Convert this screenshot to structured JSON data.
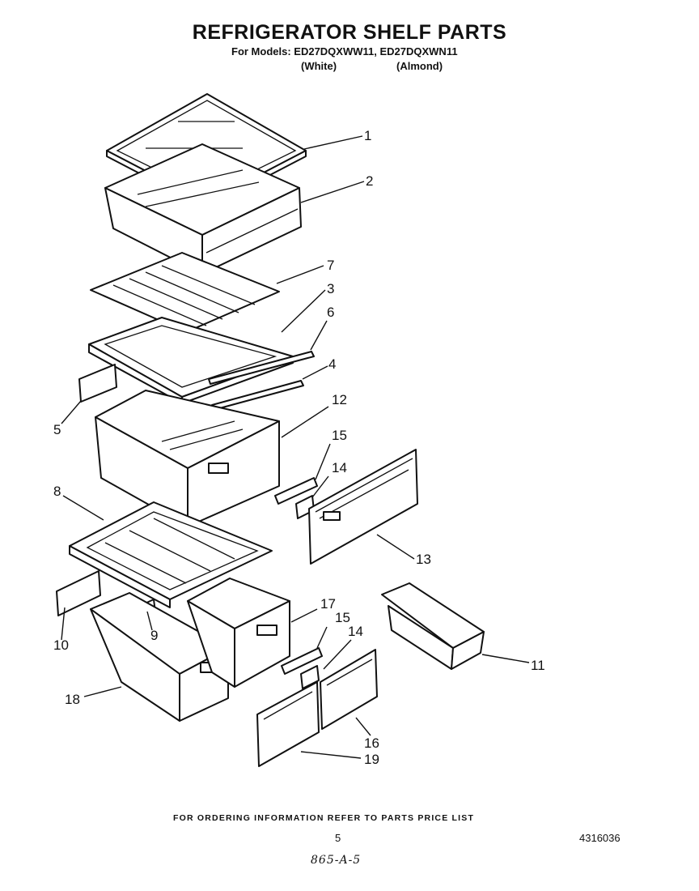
{
  "header": {
    "title": "REFRIGERATOR SHELF PARTS",
    "models": "For Models: ED27DQXWW11, ED27DQXWN11",
    "variant_white": "(White)",
    "variant_almond": "(Almond)"
  },
  "callouts": {
    "c1": "1",
    "c2": "2",
    "c3": "3",
    "c4": "4",
    "c5": "5",
    "c6": "6",
    "c7": "7",
    "c8": "8",
    "c9": "9",
    "c10": "10",
    "c11": "11",
    "c12": "12",
    "c13": "13",
    "c14a": "14",
    "c14b": "14",
    "c15a": "15",
    "c15b": "15",
    "c16": "16",
    "c17": "17",
    "c18": "18",
    "c19": "19"
  },
  "footer": {
    "ordering_note": "FOR ORDERING INFORMATION REFER TO PARTS PRICE LIST",
    "page_number": "5",
    "document_number": "4316036",
    "handwritten_note": "865-A-5"
  }
}
